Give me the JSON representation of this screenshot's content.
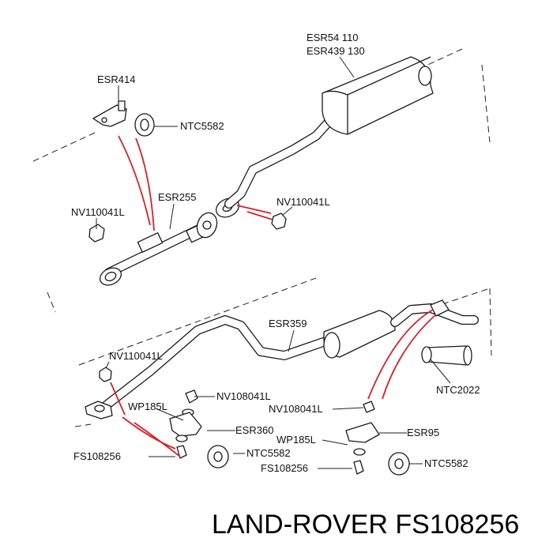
{
  "diagram": {
    "labels": {
      "upper_muffler_pn1": "ESR54 110",
      "upper_muffler_pn2": "ESR439 130",
      "upper_bracket": "ESR414",
      "upper_mount_rubber": "NTC5582",
      "upper_left_nut": "NV110041L",
      "upper_front_pipe": "ESR255",
      "upper_right_nut": "NV110041L",
      "lower_mid_pipe": "ESR359",
      "lower_flange_nut": "NV110041L",
      "lower_left_nut": "NV108041L",
      "lower_left_washer": "WP185L",
      "lower_left_bracket": "ESR360",
      "lower_left_rubber": "NTC5582",
      "lower_left_bolt": "FS108256",
      "lower_tailpipe": "NTC2022",
      "lower_right_nut": "NV108041L",
      "lower_right_bracket": "ESR95",
      "lower_right_washer": "WP185L",
      "lower_right_rubber": "NTC5582",
      "lower_right_bolt": "FS108256"
    },
    "caption": "LAND-ROVER FS108256"
  },
  "colors": {
    "highlight_lines": "#d9202a",
    "linework": "#1a1a1a",
    "background": "#ffffff"
  }
}
